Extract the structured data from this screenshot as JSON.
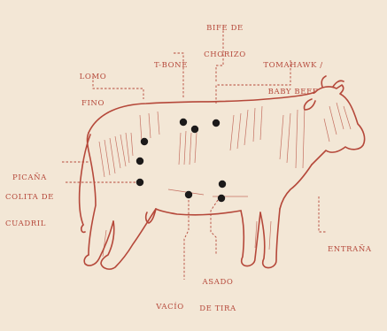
{
  "colors": {
    "background": "#f3e7d6",
    "ink": "#b5483a",
    "dot": "#1c1a1a"
  },
  "labels": {
    "bife_de_chorizo": [
      "BIFE DE",
      "CHORIZO"
    ],
    "t_bone": [
      "T-BONE"
    ],
    "tomahawk": [
      "TOMAHAWK /",
      "BABY BEEF"
    ],
    "lomo_fino": [
      "LOMO",
      "FINO"
    ],
    "picana": [
      "PICAÑA"
    ],
    "colita_de_cuadril": [
      "COLITA DE",
      "CUADRIL"
    ],
    "entrana": [
      "ENTRAÑA"
    ],
    "asado_de_tira": [
      "ASADO",
      "DE TIRA"
    ],
    "vacio": [
      "VACÍO"
    ]
  }
}
